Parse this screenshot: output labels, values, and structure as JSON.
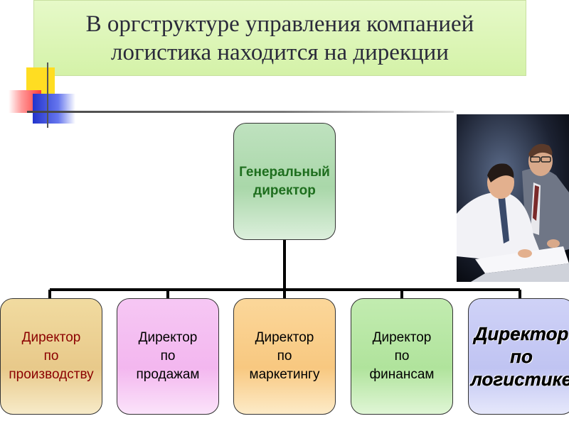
{
  "slide": {
    "title_line1": "В оргструктуре управления компанией",
    "title_line2": "логистика находится на дирекции"
  },
  "org_chart": {
    "root": {
      "line1": "Генеральный",
      "line2": "директор"
    },
    "children": [
      {
        "line1": "Директор",
        "line2": "по",
        "line3": "производству"
      },
      {
        "line1": "Директор",
        "line2": "по",
        "line3": "продажам"
      },
      {
        "line1": "Директор",
        "line2": "по",
        "line3": "маркетингу"
      },
      {
        "line1": "Директор",
        "line2": "по",
        "line3": "финансам"
      },
      {
        "line1": "Директор",
        "line2": "по",
        "line3": "логистике"
      }
    ]
  },
  "colors": {
    "title_bg": "#d9f4b0",
    "root_fill": "#a9d7a9",
    "root_text": "#1e6e1e",
    "production_fill": "#e8c98a",
    "sales_fill": "#f3b7ef",
    "marketing_fill": "#f8c880",
    "finance_fill": "#b0e39c",
    "logistics_fill": "#c0c4f2",
    "connector": "#000000"
  }
}
